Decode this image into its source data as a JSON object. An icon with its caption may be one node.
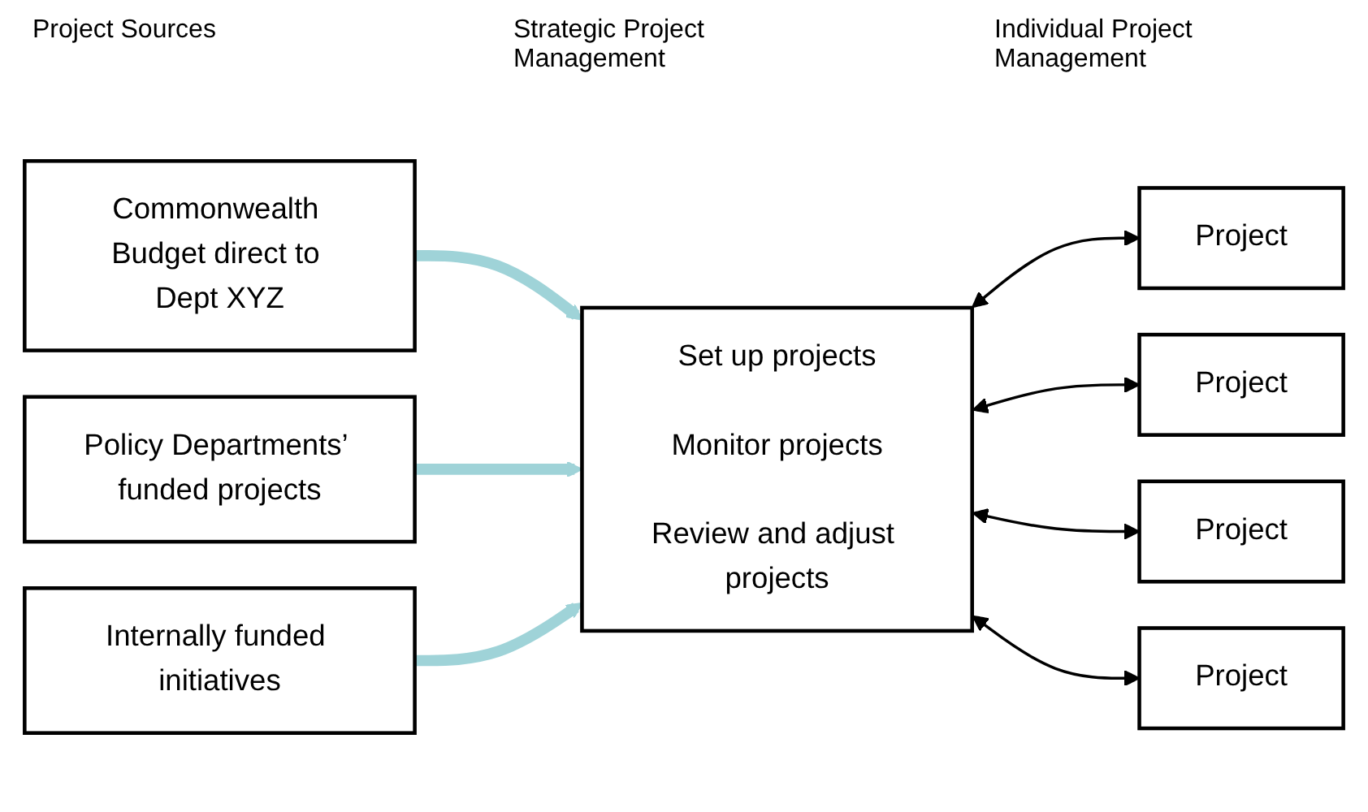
{
  "diagram": {
    "nodes": [
      {
        "text": [
          "Commonwealth Budget direct to Dept XYZ"
        ]
      },
      {
        "text": [
          "Policy Departments’ funded projects"
        ]
      },
      {
        "text": [
          "Internally funded initiatives"
        ]
      },
      {
        "text": [
          "Set up projects",
          "Monitor projects",
          "Review and adjust projects"
        ]
      },
      {
        "text": [
          "Project"
        ]
      },
      {
        "text": [
          "Project"
        ]
      },
      {
        "text": [
          "Project"
        ]
      },
      {
        "text": [
          "Project"
        ]
      }
    ],
    "edges": [
      {
        "from": 0,
        "to": 3,
        "arrow": "to",
        "style": "thick",
        "color": "#9fd3d8"
      },
      {
        "from": 1,
        "to": 3,
        "arrow": "to",
        "style": "thick",
        "color": "#9fd3d8"
      },
      {
        "from": 2,
        "to": 3,
        "arrow": "to",
        "style": "thick",
        "color": "#9fd3d8"
      },
      {
        "from": 3,
        "to": 4,
        "arrow": "both"
      },
      {
        "from": 3,
        "to": 5,
        "arrow": "both"
      },
      {
        "from": 3,
        "to": 6,
        "arrow": "both"
      },
      {
        "from": 3,
        "to": 7,
        "arrow": "both"
      }
    ],
    "labels": [
      "Project Sources",
      "Strategic Project Management",
      "Individual Project Management"
    ]
  }
}
